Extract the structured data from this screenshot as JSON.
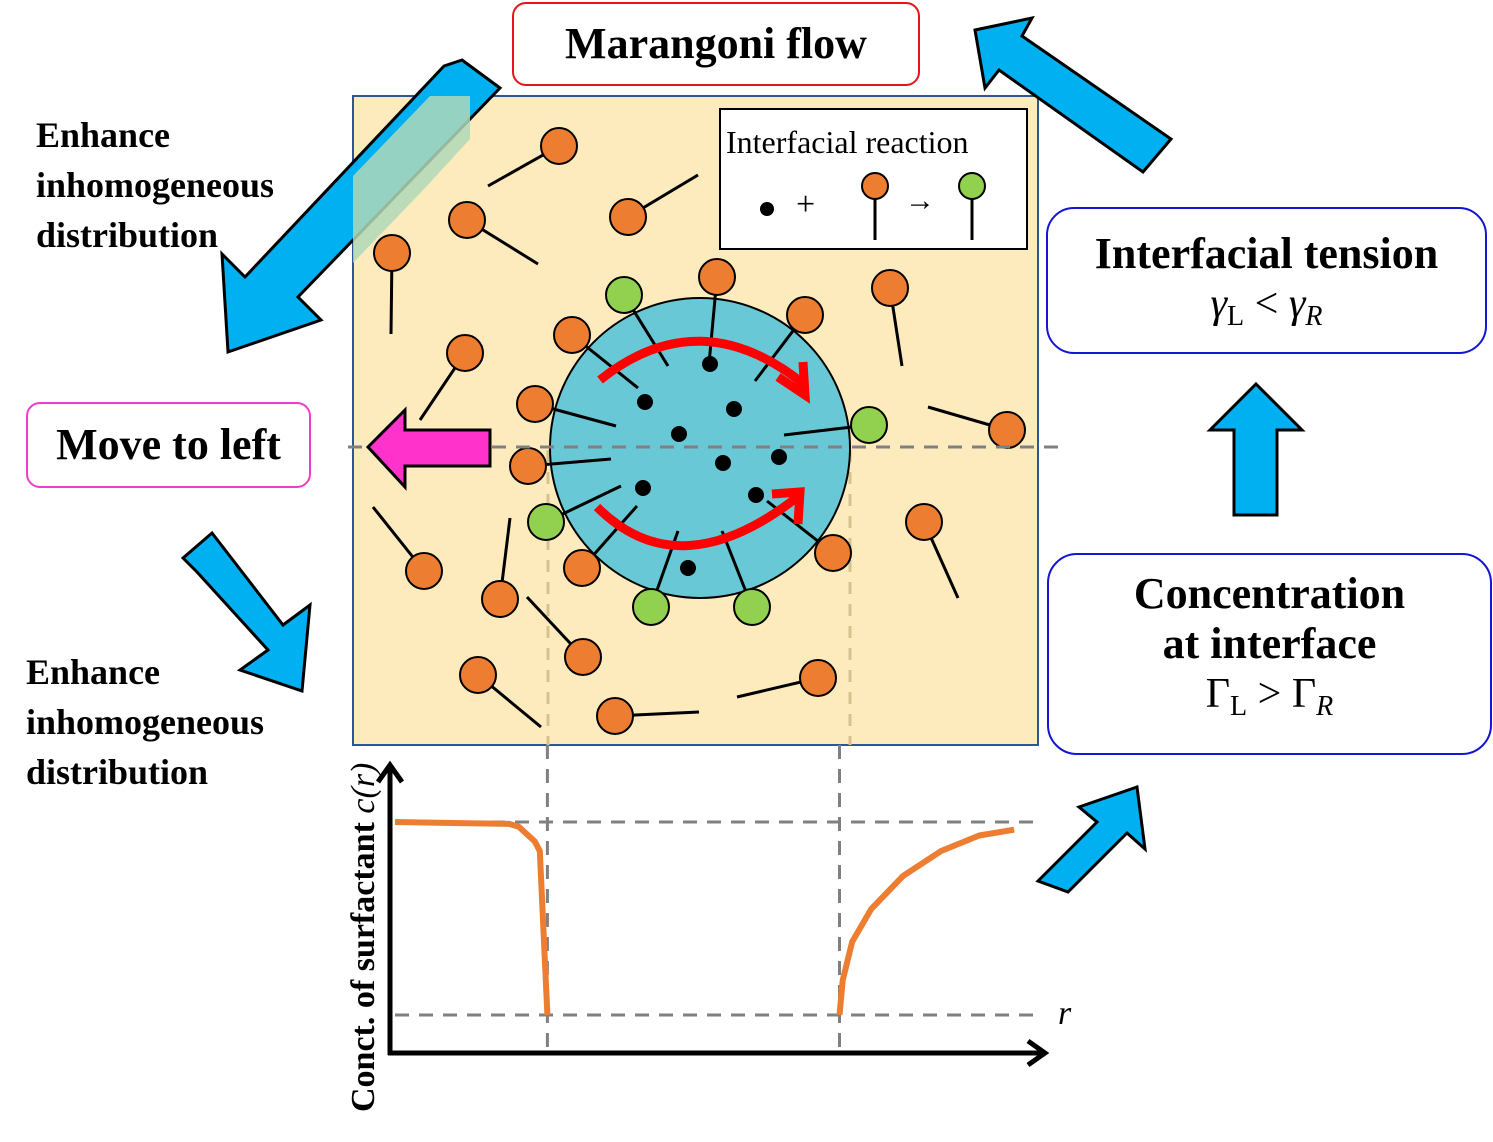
{
  "title_box": {
    "text": "Marangoni flow"
  },
  "left_panel": {
    "top_note": [
      "Enhance",
      "inhomogeneous",
      "distribution"
    ],
    "move_label": "Move to left",
    "bottom_note": [
      "Enhance",
      "inhomogeneous",
      "distribution"
    ]
  },
  "legend": {
    "title": "Interfacial reaction",
    "plus": "+",
    "arrow": "→",
    "items": [
      "reactant-dot",
      "orange-surfactant",
      "green-surfactant"
    ]
  },
  "right_panel": {
    "tension": {
      "title": "Interfacial tension",
      "lhs": "γ",
      "lhs_sub": "L",
      "op": "<",
      "rhs": "γ",
      "rhs_sub": "R"
    },
    "concentration": {
      "title_line1": "Concentration",
      "title_line2": "at interface",
      "lhs": "Γ",
      "lhs_sub": "L",
      "op": ">",
      "rhs": "Γ",
      "rhs_sub": "R"
    }
  },
  "colors": {
    "background_panel": "#fdebbd",
    "droplet": "#69c8d6",
    "surfactant_orange": "#ed7d31",
    "surfactant_green": "#92d050",
    "flow_arrow": "#ff0000",
    "move_arrow": "#ff33cc",
    "process_arrow": "#00b0f0",
    "curve": "#ed7d31",
    "dashed": "#808080"
  },
  "chart_data": {
    "type": "line",
    "title": "",
    "xlabel": "r",
    "ylabel_text": "Conct. of surfactant ",
    "ylabel_math": "c(r)",
    "ylim": [
      0,
      1
    ],
    "xlim": [
      0,
      1
    ],
    "reference_levels": {
      "high": 1.0,
      "low": 0.0
    },
    "droplet_edges_x": [
      0.24,
      0.7
    ],
    "series": [
      {
        "name": "left-side concentration",
        "x": [
          0.0,
          0.09,
          0.18,
          0.195,
          0.22,
          0.228,
          0.24
        ],
        "y": [
          1.0,
          0.995,
          0.99,
          0.975,
          0.9,
          0.85,
          0.0
        ]
      },
      {
        "name": "right-side concentration",
        "x": [
          0.7,
          0.705,
          0.72,
          0.75,
          0.8,
          0.86,
          0.92,
          0.975
        ],
        "y": [
          0.0,
          0.18,
          0.38,
          0.55,
          0.72,
          0.85,
          0.93,
          0.96
        ]
      }
    ]
  }
}
